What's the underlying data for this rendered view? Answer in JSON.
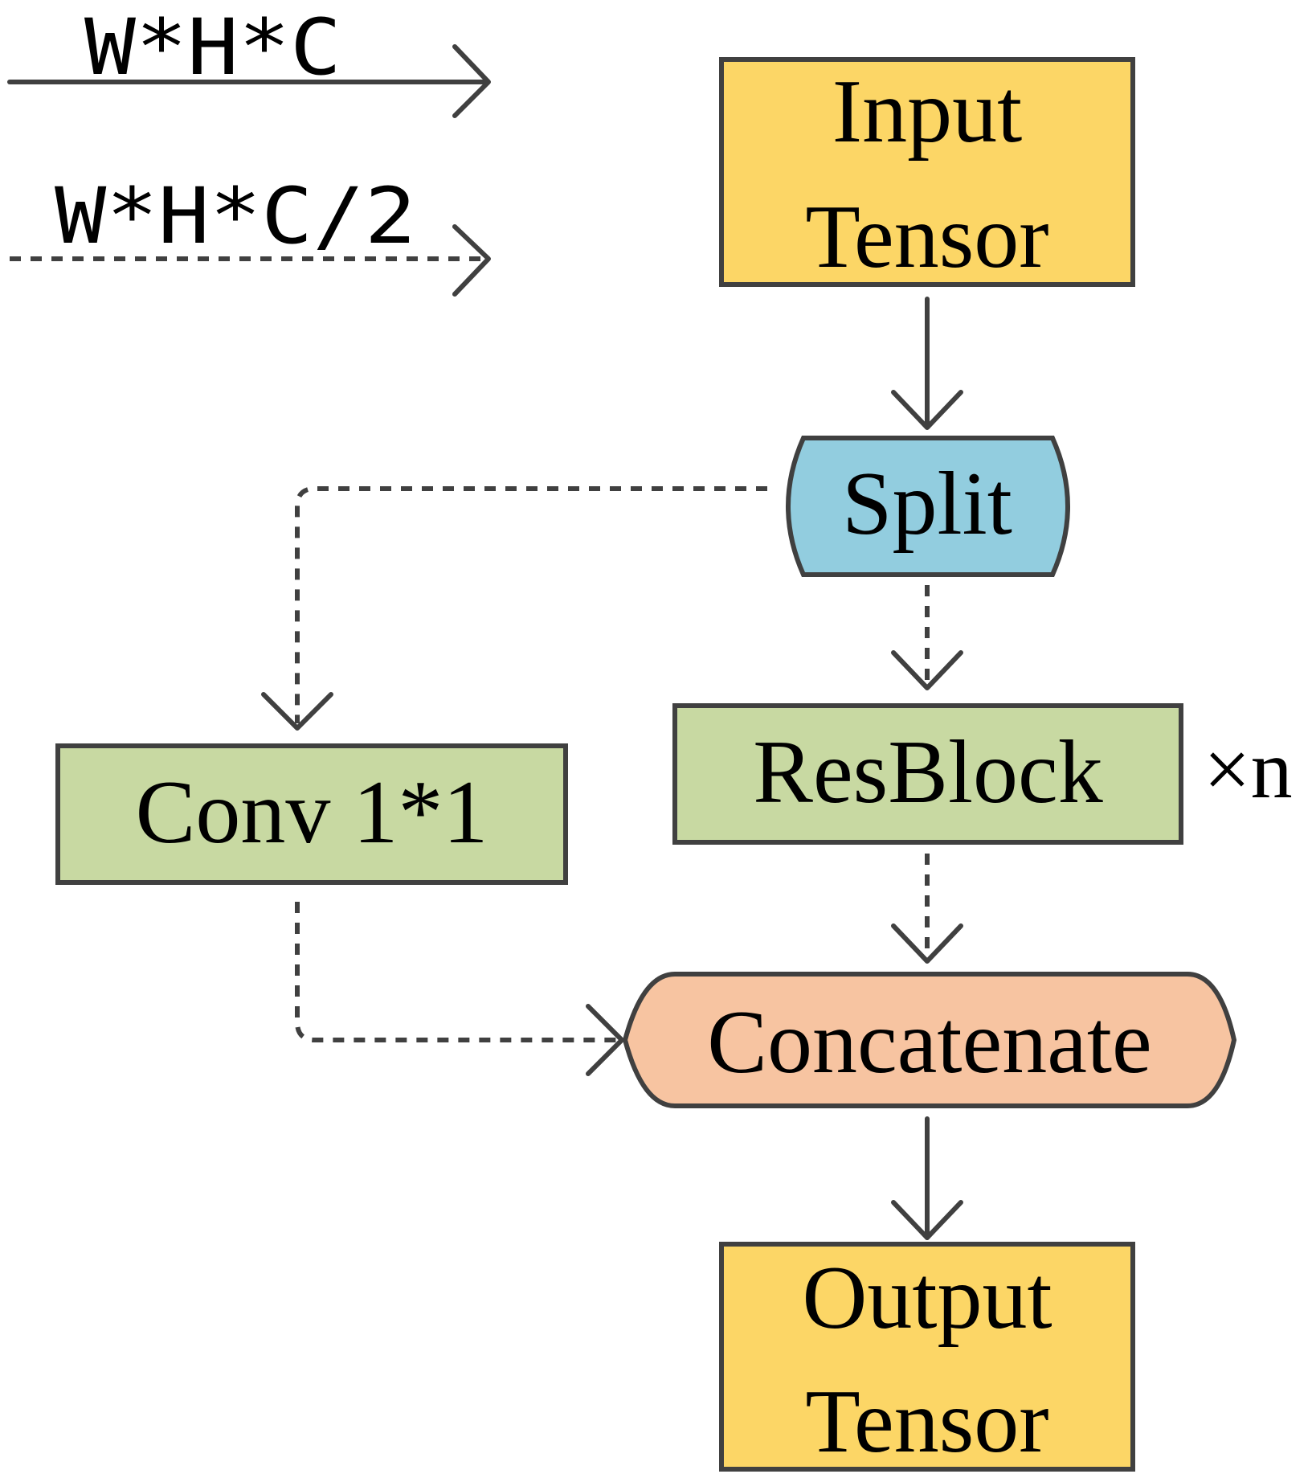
{
  "legend": {
    "solid_label": "W*H*C",
    "dashed_label": "W*H*C/2"
  },
  "nodes": {
    "input": {
      "line1": "Input",
      "line2": "Tensor"
    },
    "split": {
      "label": "Split"
    },
    "resblock": {
      "label": "ResBlock",
      "multiplier": "×n"
    },
    "conv": {
      "label": "Conv 1*1"
    },
    "concat": {
      "label": "Concatenate"
    },
    "output": {
      "line1": "Output",
      "line2": "Tensor"
    }
  },
  "colors": {
    "tensor_fill": "#fcd666",
    "split_fill": "#92cddf",
    "block_fill": "#c8d9a2",
    "concat_fill": "#f7c4a1",
    "stroke": "#404040"
  }
}
